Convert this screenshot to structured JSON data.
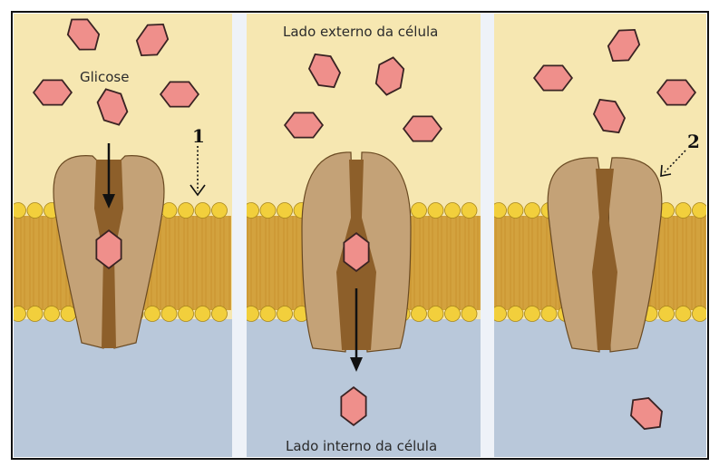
{
  "labels": {
    "outside": "Lado externo da célula",
    "inside": "Lado interno da célula",
    "glucose": "Glicose",
    "marker_1": "1",
    "marker_2": "2"
  },
  "colors": {
    "extracellular": "#f6e7b1",
    "intracellular": "#b9c8da",
    "divider": "#eef2f8",
    "lipid_head": "#f2cf3c",
    "lipid_head_edge": "#a8861a",
    "lipid_tail": "#d3a23e",
    "protein": "#c4a277",
    "protein_channel": "#8d5f2a",
    "glucose": "#ef8f8b",
    "glucose_edge": "#3a2323"
  },
  "panels": [
    {
      "step": "glicose ligada ao canal"
    },
    {
      "step": "glicose atravessa o canal"
    },
    {
      "step": "canal vazio"
    }
  ]
}
